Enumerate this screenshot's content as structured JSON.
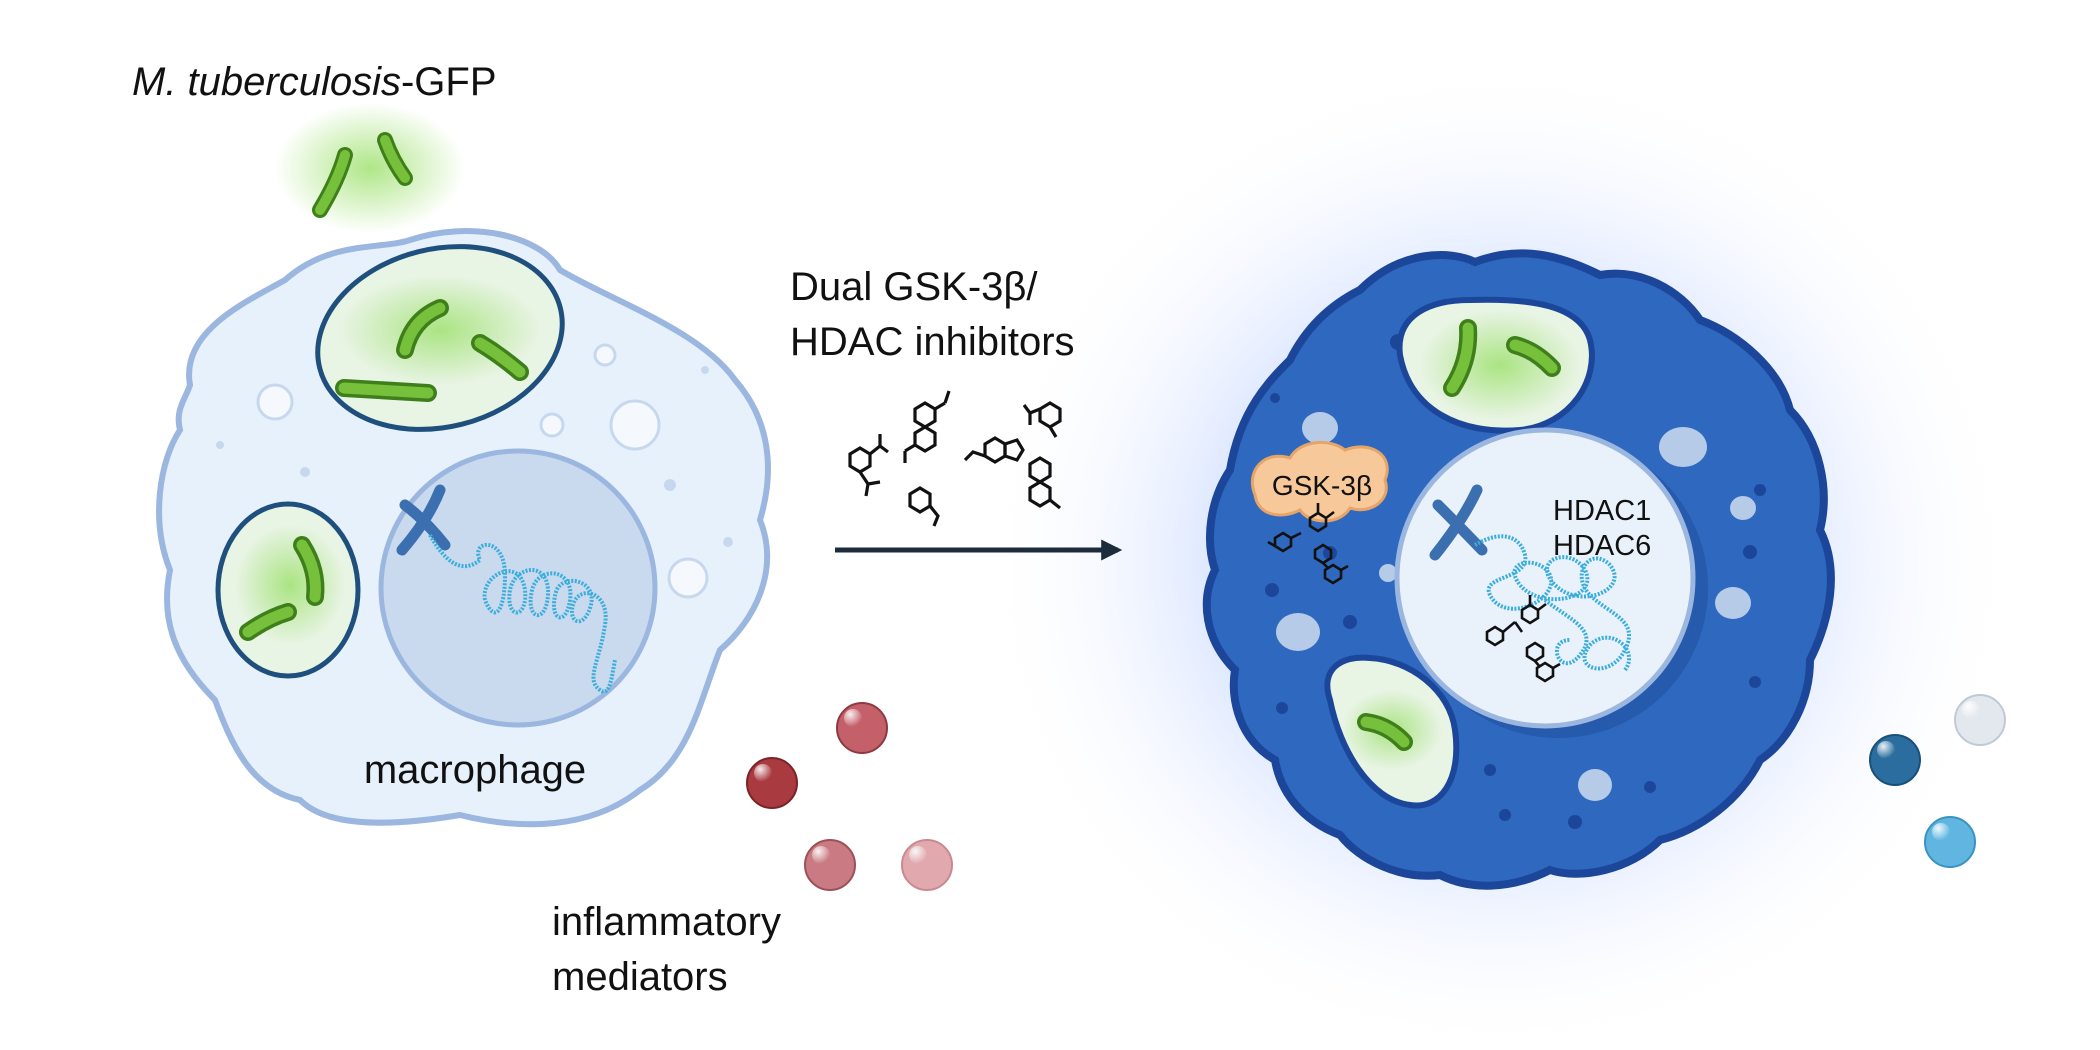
{
  "labels": {
    "pathogen_italic": "M. tuberculosis",
    "pathogen_suffix": "-GFP",
    "treatment_line1": "Dual GSK-3β/",
    "treatment_line2": "HDAC inhibitors",
    "cell": "macrophage",
    "mediators_line1": "inflammatory",
    "mediators_line2": "mediators",
    "kinase": "GSK-3β",
    "hdac1": "HDAC1",
    "hdac6": "HDAC6"
  },
  "colors": {
    "bacteria": "#5aa82a",
    "bacteria_glow": "#9be06a",
    "resting_cell_fill": "#e6f1fb",
    "resting_cell_outline": "#9bb6df",
    "treated_cell_fill": "#2e68bf",
    "treated_cell_outline": "#1c469a",
    "treated_glow": "#4a7cff",
    "nucleus_resting": "#c9d9ee",
    "nucleus_treated": "#e9f1fb",
    "phagosome_outline": "#1f4f7c",
    "dna": "#3aaedb",
    "chromosome": "#3b6fb0",
    "kinase_blob": "#f7c899",
    "arrow": "#1e2b3c",
    "inflammatory_mediators": [
      "#c4606a",
      "#a83a40",
      "#c97a82",
      "#e1a9ae"
    ],
    "reduced_mediators": [
      "#2a6d9e",
      "#60b6e0",
      "#e3e8ee"
    ]
  }
}
